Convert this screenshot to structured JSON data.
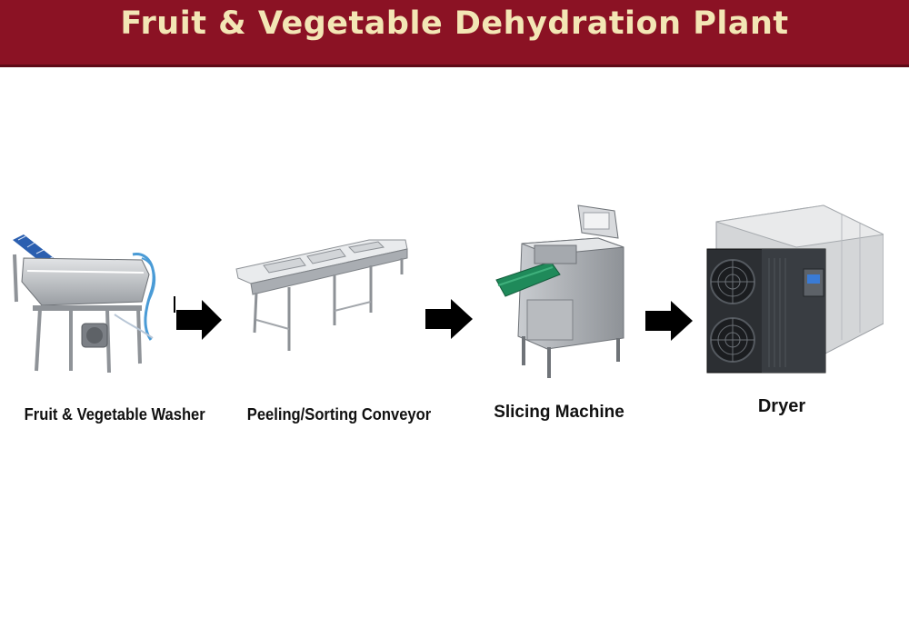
{
  "title": "Fruit & Vegetable Dehydration Plant",
  "colors": {
    "title_bar": "#8b1224",
    "title_text": "#f3e6b5",
    "steel": "#b9bcc0",
    "green_belt": "#1f8a5a",
    "blue_belt": "#2b5fb0"
  },
  "steps": [
    {
      "name": "Fruit & Vegetable Washer",
      "icon": "washer-machine-image"
    },
    {
      "name": "Peeling/Sorting Conveyor",
      "icon": "conveyor-machine-image"
    },
    {
      "name": "Slicing Machine",
      "icon": "slicer-machine-image"
    },
    {
      "name": "Dryer",
      "icon": "dryer-machine-image"
    }
  ]
}
